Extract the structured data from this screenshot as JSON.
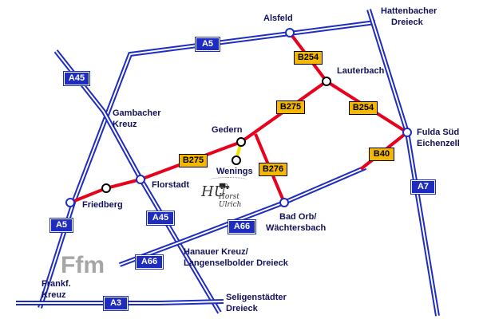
{
  "map": {
    "towns": {
      "alsfeld": "Alsfeld",
      "lauterbach": "Lauterbach",
      "gedern": "Gedern",
      "wenings": "Wenings",
      "friedberg": "Friedberg",
      "florstadt": "Florstadt",
      "fulda_sued_line1": "Fulda Süd",
      "fulda_sued_line2": "Eichenzell",
      "bad_orb_line1": "Bad Orb/",
      "bad_orb_line2": "Wächtersbach"
    },
    "interchanges": {
      "hattenbach_line1": "Hattenbacher",
      "hattenbach_line2": "Dreieck",
      "gambach_line1": "Gambacher",
      "gambach_line2": "Kreuz",
      "hanau_line1": "Hanauer Kreuz/",
      "hanau_line2": "Langenselbolder Dreieck",
      "seligenstadt_line1": "Seligenstädter",
      "seligenstadt_line2": "Dreieck",
      "frankfurt_line1": "Frankf.",
      "frankfurt_line2": "Kreuz"
    },
    "city_label": "Ffm",
    "autobahn_shields": {
      "a5_top": "A5",
      "a45_top": "A45",
      "a5_left": "A5",
      "a45_bottom": "A45",
      "a66_right": "A66",
      "a66_left": "A66",
      "a3": "A3",
      "a7": "A7"
    },
    "federal_shields": {
      "b254_top": "B254",
      "b275_upper": "B275",
      "b254_right": "B254",
      "b275_lower": "B275",
      "b276": "B276",
      "b40": "B40"
    },
    "logo": {
      "initials": "HU",
      "owner": "Horst Ulrich",
      "icon": "truck-icon"
    },
    "colors": {
      "autobahn": "#1f2cc0",
      "route": "#e8001c",
      "federal_shield": "#f5b800",
      "spur": "#f2e200",
      "label": "#12125a"
    }
  }
}
